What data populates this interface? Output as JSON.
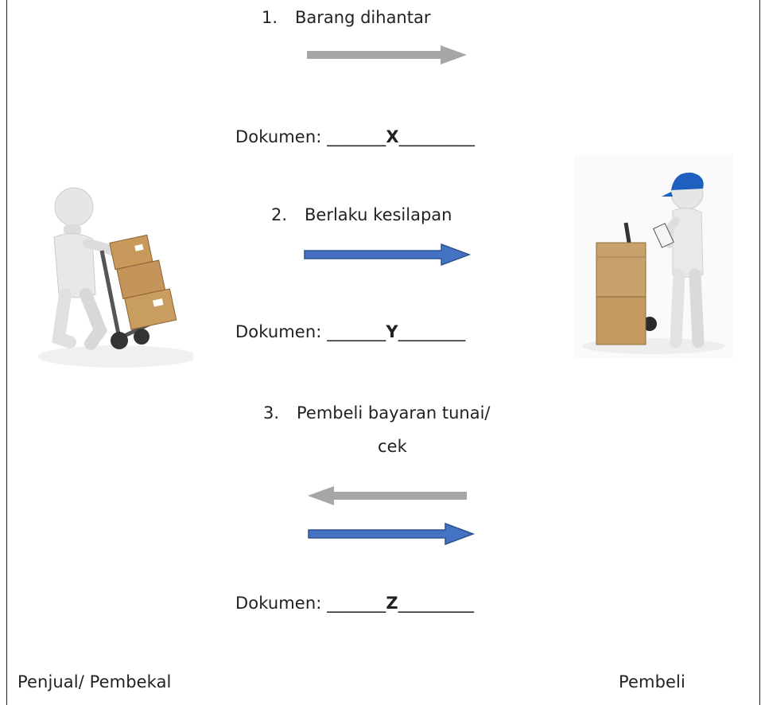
{
  "steps": [
    {
      "num": "1.",
      "text": "Barang dihantar"
    },
    {
      "num": "2.",
      "text": "Berlaku kesilapan"
    },
    {
      "num": "3.",
      "text": "Pembeli bayaran tunai/",
      "text2": "cek"
    }
  ],
  "documents": [
    {
      "label": "Dokumen: ",
      "pre": "_______",
      "key": "X",
      "post": "_________"
    },
    {
      "label": "Dokumen: ",
      "pre": "_______",
      "key": "Y",
      "post": "________"
    },
    {
      "label": "Dokumen: ",
      "pre": "_______",
      "key": "Z",
      "post": "_________"
    }
  ],
  "parties": {
    "left": "Penjual/ Pembekal",
    "right": "Pembeli"
  },
  "colors": {
    "grey_arrow": "#a6a6a6",
    "blue_arrow": "#4472c4",
    "blue_outline": "#2f528f",
    "box": "#c79a5c",
    "cap": "#1f5fbf"
  }
}
